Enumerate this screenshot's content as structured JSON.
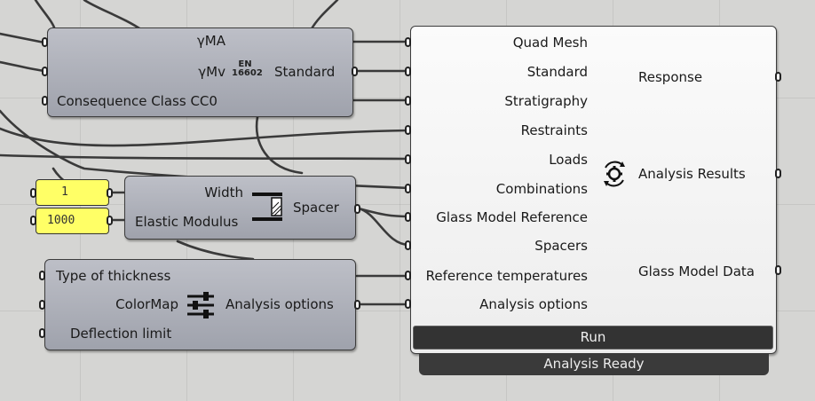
{
  "nodes": {
    "safety": {
      "inputs": [
        "γMA",
        "γMv",
        "Consequence Class CC0"
      ],
      "icon_line1": "EN",
      "icon_line2": "16602",
      "output": "Standard"
    },
    "spacer": {
      "inputs": [
        "Width",
        "Elastic Modulus"
      ],
      "output": "Spacer"
    },
    "options": {
      "inputs": [
        "Type of thickness",
        "ColorMap",
        "Deflection limit"
      ],
      "output": "Analysis options"
    },
    "analysis": {
      "inputs": [
        "Quad Mesh",
        "Standard",
        "Stratigraphy",
        "Restraints",
        "Loads",
        "Combinations",
        "Glass Model Reference",
        "Spacers",
        "Reference temperatures",
        "Analysis options"
      ],
      "outputs": [
        "Response",
        "Analysis Results",
        "Glass Model Data"
      ],
      "run_label": "Run",
      "status": "Analysis Ready"
    }
  },
  "panels": {
    "width_value": "1",
    "modulus_value": "1000"
  },
  "colors": {
    "canvas": "#d5d5d3",
    "panel_yellow": "#ffff66",
    "wire": "#3a3a3a"
  },
  "icons": {
    "standard": "en-16602-icon",
    "spacer": "spacer-profile-icon",
    "options": "sliders-icon",
    "analysis": "gear-cycle-icon"
  }
}
